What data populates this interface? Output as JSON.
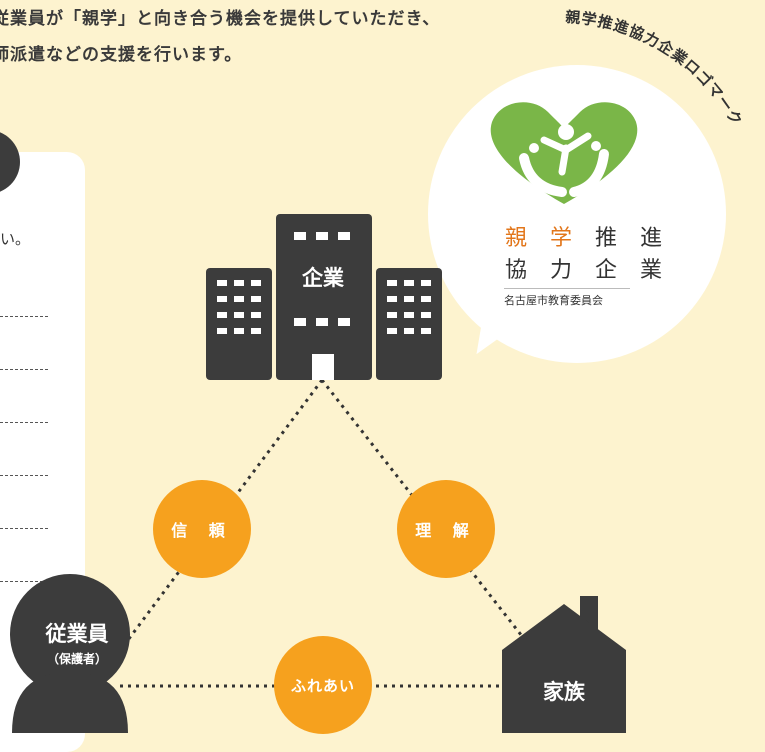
{
  "intro": {
    "line1": "従業員が「親学」と向き合う機会を提供していただき、",
    "line2": "師派遣などの支援を行います。"
  },
  "card": {
    "text": "い。"
  },
  "logo": {
    "arc_text": "親学推進協力企業ロゴマーク",
    "row1_orange": "親 学",
    "row1_rest": "推 進",
    "row2": "協 力 企 業",
    "sub": "名古屋市教育委員会"
  },
  "diagram": {
    "company": "企業",
    "family": "家族",
    "employee": "従業員",
    "employee_sub": "（保護者）",
    "trust": "信 頼",
    "understanding": "理 解",
    "contact": "ふれあい"
  },
  "colors": {
    "background": "#fdf3cf",
    "dark": "#3c3c3c",
    "orange": "#f6a11e",
    "logo_green": "#7ab648",
    "logo_orange": "#e2761a"
  }
}
